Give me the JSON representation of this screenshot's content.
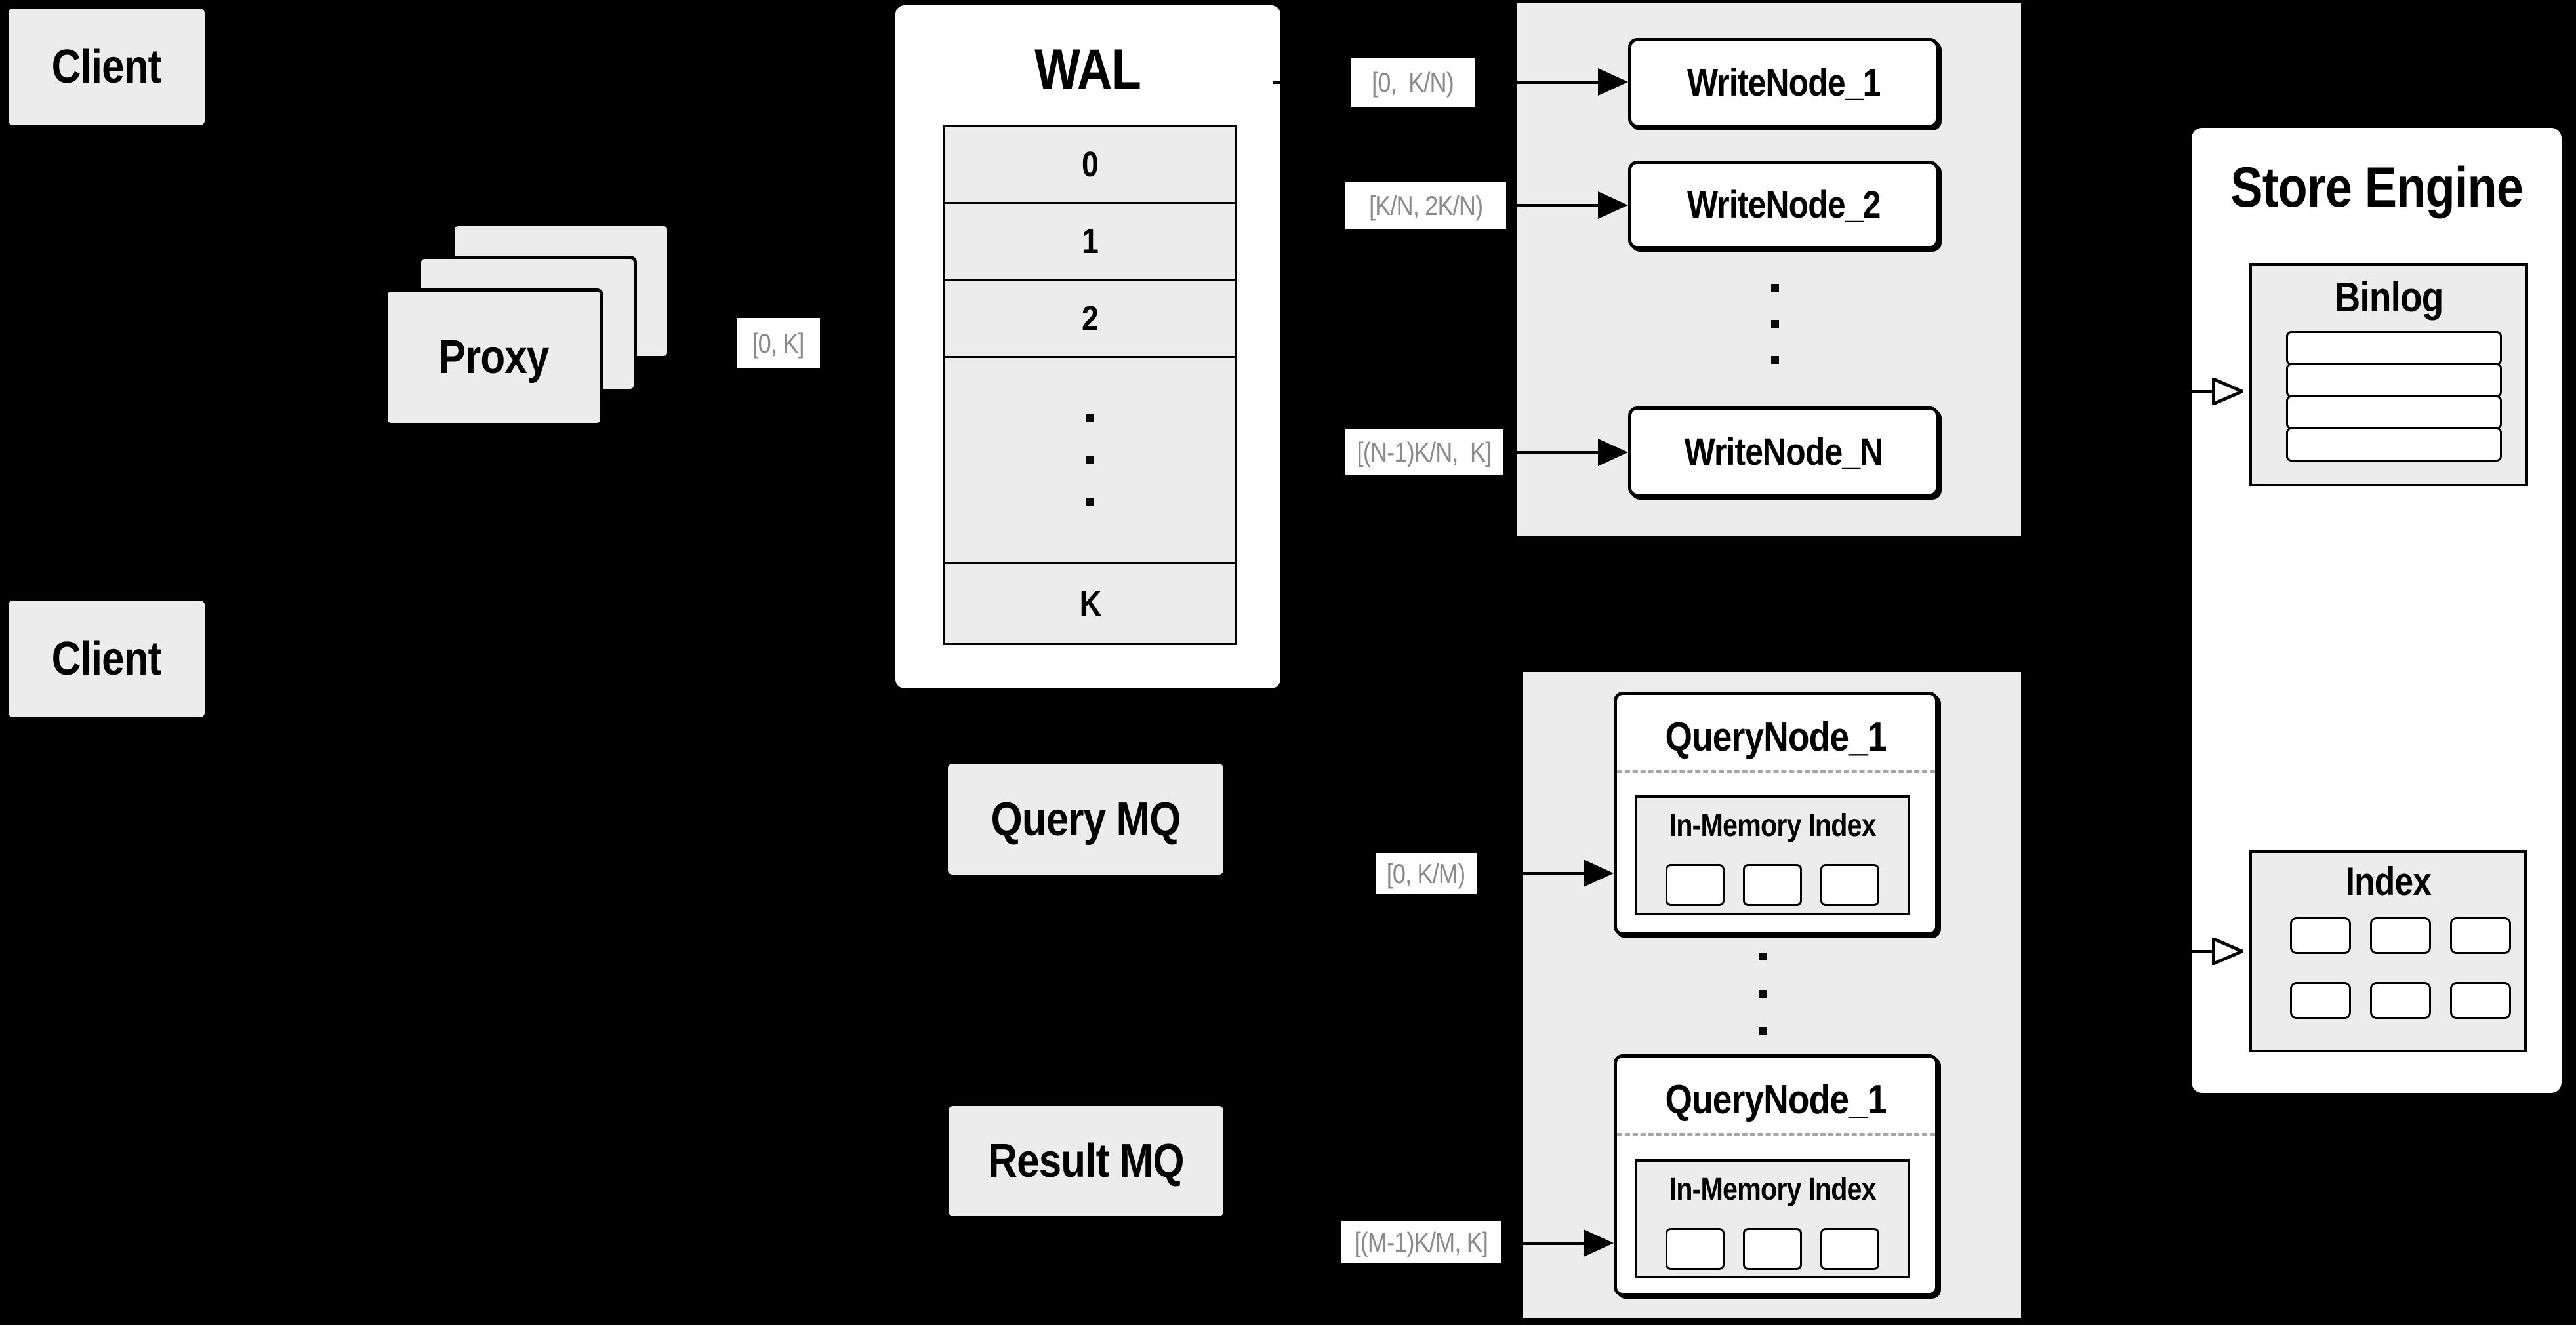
{
  "palette": {
    "background": "#000000",
    "panel_gray": "#ececec",
    "panel_white": "#ffffff",
    "line_black": "#000000",
    "range_label_text": "#8a8a8a"
  },
  "clients": {
    "top": "Client",
    "bottom": "Client"
  },
  "proxy": {
    "label": "Proxy"
  },
  "ranges": {
    "proxy_out": "[0, K]",
    "write_1": "[0,  K/N)",
    "write_2": "[K/N, 2K/N)",
    "write_n": "[(N-1)K/N,  K]",
    "query_1": "[0, K/M)",
    "query_m": "[(M-1)K/M, K]"
  },
  "wal": {
    "title": "WAL",
    "rows": [
      "0",
      "1",
      "2",
      "K"
    ]
  },
  "write": {
    "nodes": [
      "WriteNode_1",
      "WriteNode_2",
      "WriteNode_N"
    ]
  },
  "query": {
    "query_mq": "Query MQ",
    "result_mq": "Result MQ",
    "nodes": [
      {
        "title": "QueryNode_1",
        "inmem": "In-Memory Index"
      },
      {
        "title": "QueryNode_1",
        "inmem": "In-Memory Index"
      }
    ]
  },
  "store": {
    "title": "Store Engine",
    "binlog": "Binlog",
    "index": "Index"
  }
}
